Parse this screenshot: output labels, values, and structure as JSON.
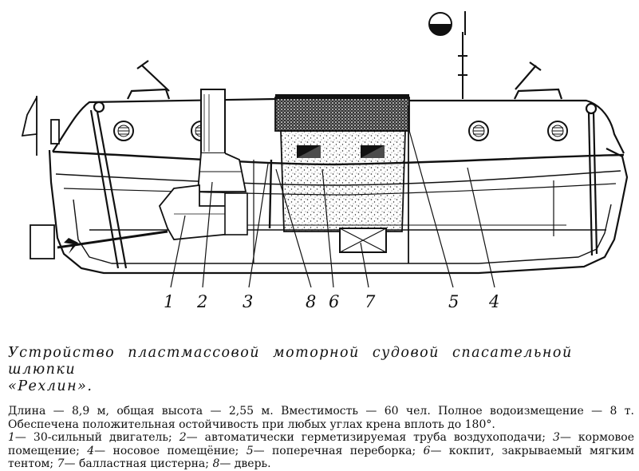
{
  "figure": {
    "callouts": [
      {
        "id": "1",
        "text": "1"
      },
      {
        "id": "2",
        "text": "2"
      },
      {
        "id": "3",
        "text": "3"
      },
      {
        "id": "8",
        "text": "8"
      },
      {
        "id": "6",
        "text": "6"
      },
      {
        "id": "7",
        "text": "7"
      },
      {
        "id": "5",
        "text": "5"
      },
      {
        "id": "4",
        "text": "4"
      }
    ]
  },
  "caption": {
    "title_line1": "Устройство пластмассовой моторной судовой спасательной шлюпки",
    "title_line2": "«Рехлин».",
    "spec": "Длина — 8,9 м, общая высота — 2,55 м. Вместимость — 60 чел. Полное водоизмещение — 8 т. Обеспечена положительная остойчивость при любых углах крена вплоть до 180°.",
    "legend": [
      {
        "num": "1",
        "text": "— 30-сильный двигатель; "
      },
      {
        "num": "2",
        "text": "— автоматически герметизируемая труба воздухоподачи; "
      },
      {
        "num": "3",
        "text": "— кормовое помещение; "
      },
      {
        "num": "4",
        "text": "— носовое помещёние; "
      },
      {
        "num": "5",
        "text": "— поперечная переборка; "
      },
      {
        "num": "6",
        "text": "— кокпит, закрываемый мягким тентом; "
      },
      {
        "num": "7",
        "text": "— балластная цистерна; "
      },
      {
        "num": "8",
        "text": "— дверь."
      }
    ]
  }
}
